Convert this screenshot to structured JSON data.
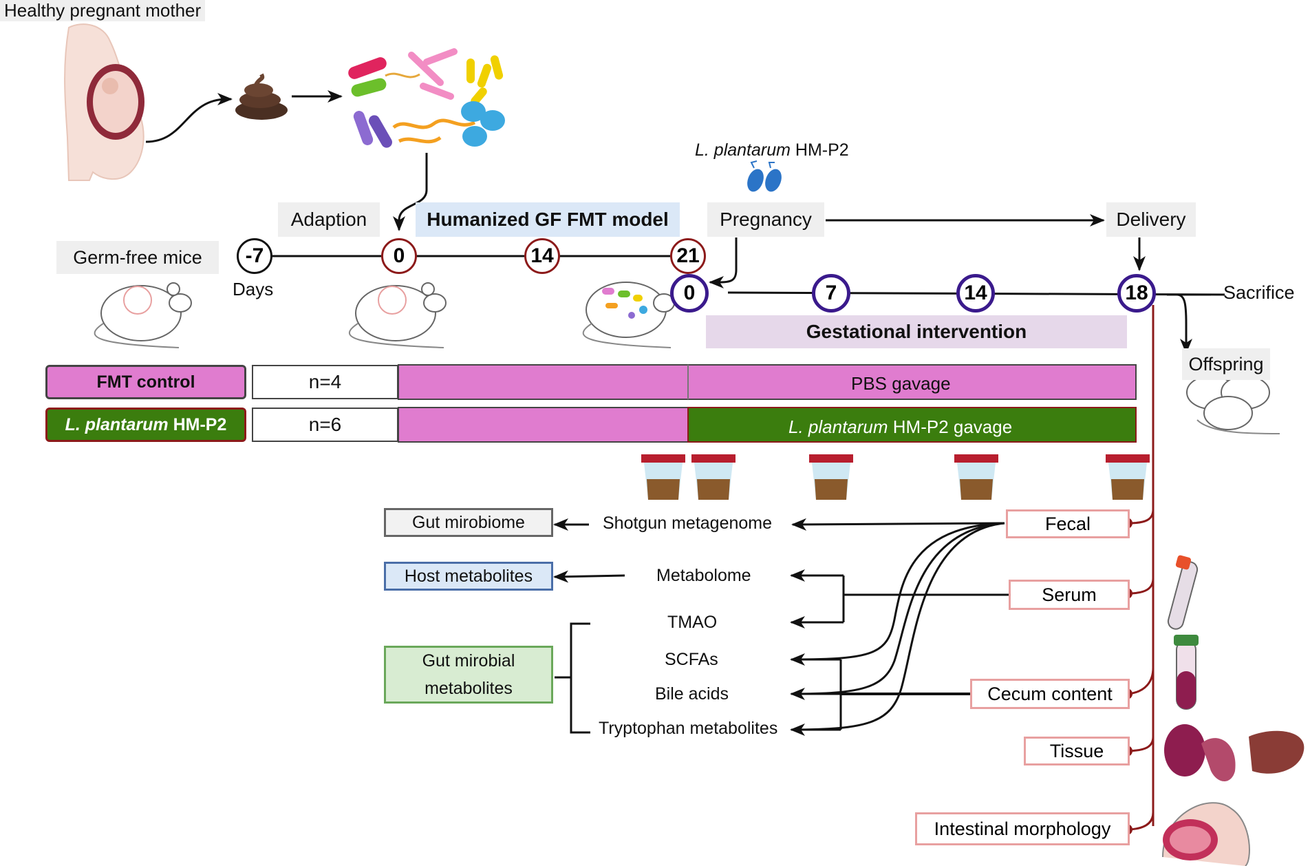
{
  "top": {
    "mother": "Healthy pregnant mother",
    "lplantarum_italic": "L. plantarum",
    "lplantarum_strain": "HM-P2"
  },
  "timeline": {
    "adaption": "Adaption",
    "humanized_model": "Humanized GF FMT model",
    "pregnancy": "Pregnancy",
    "delivery": "Delivery",
    "germ_free": "Germ-free mice",
    "days": "Days",
    "sacrifice": "Sacrifice",
    "offspring": "Offspring",
    "gestational": "Gestational intervention",
    "days_pre": [
      "-7",
      "0",
      "14",
      "21"
    ],
    "days_gest": [
      "0",
      "7",
      "14",
      "18"
    ]
  },
  "groups": [
    {
      "label_plain": "FMT control",
      "n": "n=4",
      "treatment": "PBS gavage"
    },
    {
      "label_italic": "L. plantarum",
      "label_plain": "HM-P2",
      "n": "n=6",
      "treatment_italic": "L. plantarum",
      "treatment_plain": "HM-P2 gavage"
    }
  ],
  "analyses": {
    "gut_microbiome": "Gut mirobiome",
    "shotgun": "Shotgun metagenome",
    "host_metabolites": "Host metabolites",
    "metabolome": "Metabolome",
    "gut_microbial_metabolites_1": "Gut mirobial",
    "gut_microbial_metabolites_2": "metabolites",
    "tmao": "TMAO",
    "scfas": "SCFAs",
    "bile_acids": "Bile acids",
    "tryptophan": "Tryptophan metabolites"
  },
  "samples": {
    "fecal": "Fecal",
    "serum": "Serum",
    "cecum": "Cecum content",
    "tissue": "Tissue",
    "intestinal": "Intestinal morphology"
  },
  "colors": {
    "magenta": "#e07ccf",
    "dark_green": "#3b7d0e",
    "dark_red": "#8c1a1a",
    "purple": "#3a1a8c",
    "light_blue": "#dbe8f7",
    "light_purple": "#e6d8ea",
    "light_green": "#d8ecd2"
  }
}
